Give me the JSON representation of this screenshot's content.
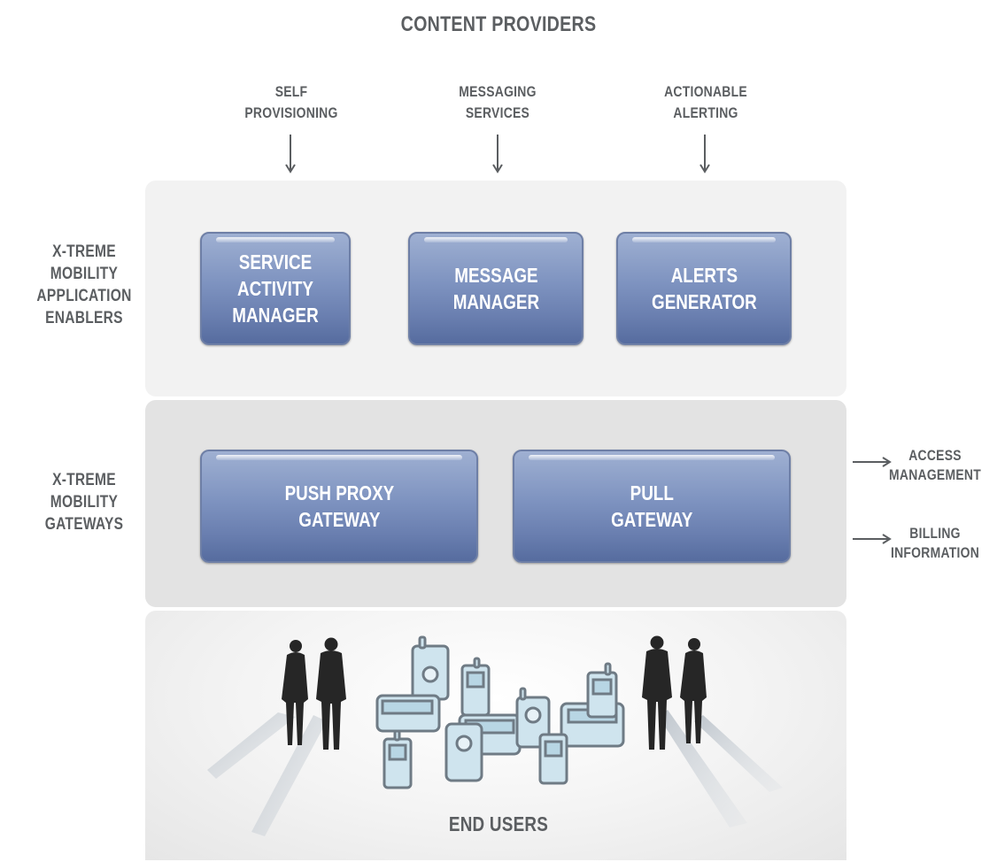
{
  "title": "CONTENT PROVIDERS",
  "inputs": [
    {
      "line1": "SELF",
      "line2": "PROVISIONING"
    },
    {
      "line1": "MESSAGING",
      "line2": "SERVICES"
    },
    {
      "line1": "ACTIONABLE",
      "line2": "ALERTING"
    }
  ],
  "layers": {
    "enablers": {
      "label": [
        "X-TREME",
        "MOBILITY",
        "APPLICATION",
        "ENABLERS"
      ],
      "boxes": [
        "SERVICE ACTIVITY\nMANAGER",
        "MESSAGE\nMANAGER",
        "ALERTS\nGENERATOR"
      ]
    },
    "gateways": {
      "label": [
        "X-TREME",
        "MOBILITY",
        "GATEWAYS"
      ],
      "boxes": [
        "PUSH PROXY\nGATEWAY",
        "PULL\nGATEWAY"
      ]
    },
    "users": {
      "label": "END USERS"
    }
  },
  "outputs": [
    {
      "line1": "ACCESS",
      "line2": "MANAGEMENT"
    },
    {
      "line1": "BILLING",
      "line2": "INFORMATION"
    }
  ],
  "colors": {
    "text": "#5b5e61",
    "box": "#7e93c0",
    "panel_top": "#f2f2f2",
    "panel_mid": "#e3e3e3"
  },
  "icons": [
    "arrow-down-icon",
    "arrow-right-icon",
    "person-icon",
    "mobile-device-icon"
  ]
}
